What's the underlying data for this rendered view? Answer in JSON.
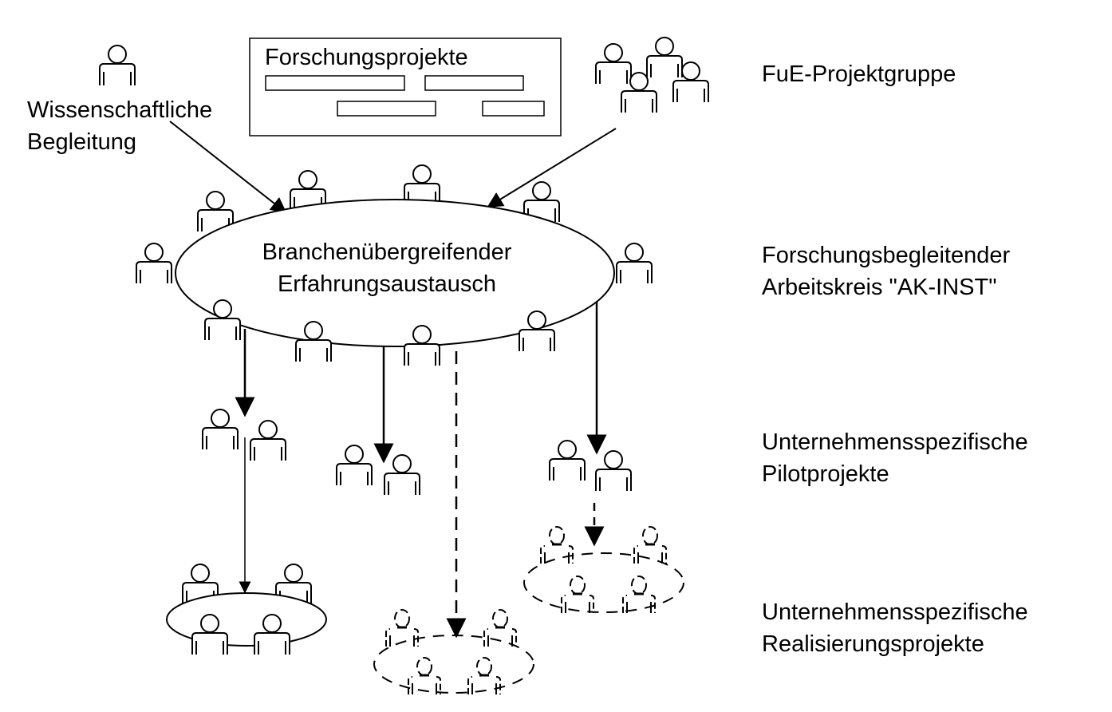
{
  "diagram": {
    "box_title": "Forschungsprojekte",
    "scientific_support": [
      "Wissenschaftliche",
      "Begleitung"
    ],
    "exchange_ellipse": [
      "Branchenübergreifender",
      "Erfahrungsaustausch"
    ],
    "levels": [
      {
        "id": "fue",
        "lines": [
          "FuE-Projektgruppe"
        ]
      },
      {
        "id": "ak-inst",
        "lines": [
          "Forschungsbegleitender",
          "Arbeitskreis \"AK-INST\""
        ]
      },
      {
        "id": "pilot",
        "lines": [
          "Unternehmensspezifische",
          "Pilotprojekte"
        ]
      },
      {
        "id": "realisierung",
        "lines": [
          "Unternehmensspezifische",
          "Realisierungsprojekte"
        ]
      }
    ],
    "icons": {
      "person": "person-icon",
      "arrow": "arrow-down-icon"
    },
    "colors": {
      "ink": "#000000",
      "background": "#ffffff"
    }
  }
}
